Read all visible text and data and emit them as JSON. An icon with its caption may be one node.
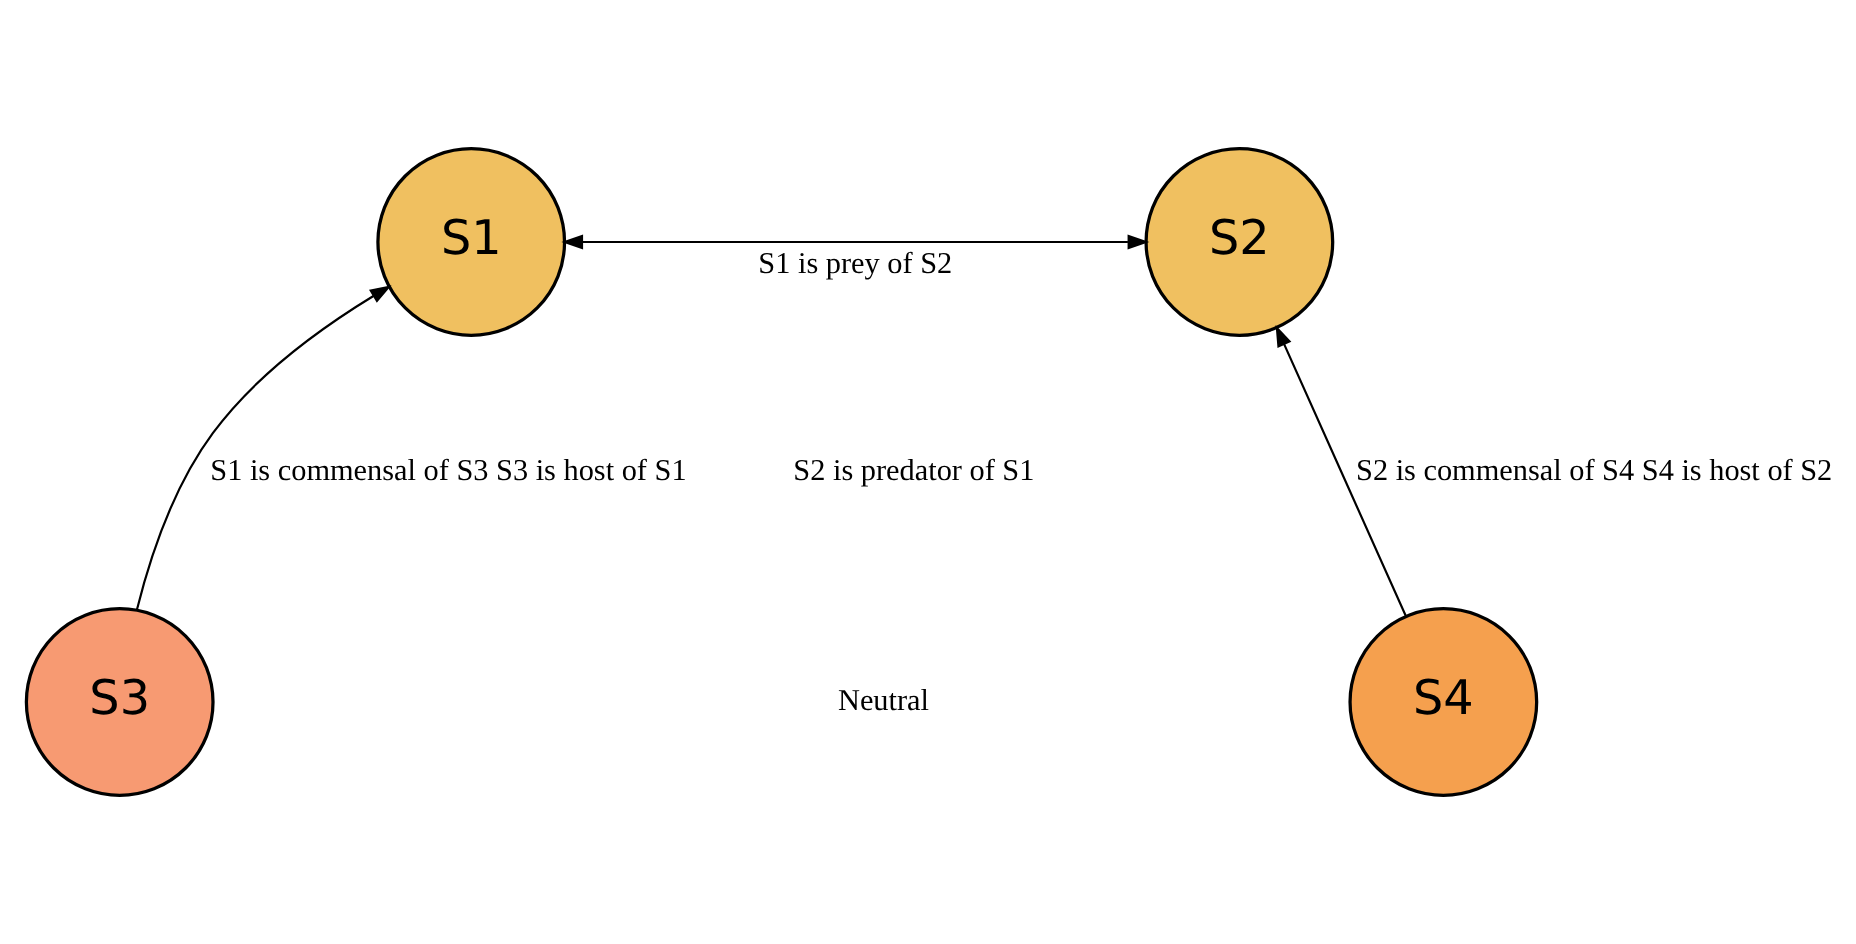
{
  "diagram": {
    "nodes": [
      {
        "text": [
          "S1"
        ]
      },
      {
        "text": [
          "S2"
        ]
      },
      {
        "text": [
          "S3"
        ]
      },
      {
        "text": [
          "S4"
        ]
      }
    ],
    "edges": [
      {
        "from": 0,
        "to": 1,
        "arrow": "both",
        "label": "S1 is prey of S2"
      },
      {
        "from": 2,
        "to": 0,
        "arrow": "to",
        "label": "S1 is commensal of S3 S3 is host of S1"
      },
      {
        "from": 3,
        "to": 1,
        "arrow": "to",
        "label": "S2 is commensal of S4 S4 is host of S2"
      }
    ],
    "labels": [
      "S2 is predator of S1",
      "Neutral"
    ]
  }
}
